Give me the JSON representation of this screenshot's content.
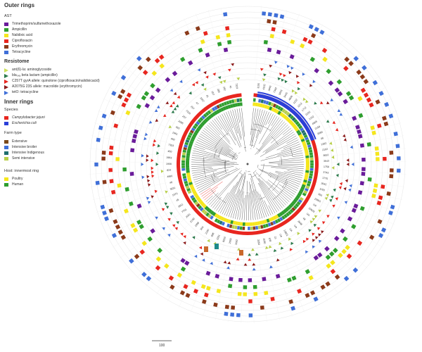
{
  "outer": {
    "title": "Outer rings",
    "ast_title": "AST",
    "ast": [
      {
        "label": "Trimethoprim/sulfamethoxazole",
        "color": "#6a1b9a"
      },
      {
        "label": "Ampicillin",
        "color": "#2e9e2e"
      },
      {
        "label": "Nalidixic acid",
        "color": "#f5e61c"
      },
      {
        "label": "Ciprofloxacin",
        "color": "#e8261f"
      },
      {
        "label": "Erythromycin",
        "color": "#8b3a1a"
      },
      {
        "label": "Tetracycline",
        "color": "#3f6fd8"
      }
    ],
    "resistome_title": "Resistome",
    "resistome": [
      {
        "label": "ant(6)-Ia: aminoglycoside",
        "color": "#cde05a"
      },
      {
        "label": "bla₀ₓₐ beta lactam (ampicillin)",
        "color": "#2b7a4b"
      },
      {
        "label": "C257T gyrA allele: quinolone (ciprofloxacin/nalidixicacid)",
        "color": "#e8261f"
      },
      {
        "label": "A2075G 23S allele: macrolide (erythromycin)",
        "color": "#8b1a1a"
      },
      {
        "label": "tetO: tetracycline",
        "color": "#3f6fd8"
      }
    ]
  },
  "inner": {
    "title": "Inner rings",
    "species_title": "Species",
    "species": [
      {
        "label": "Campylobacter jejuni",
        "color": "#e8261f"
      },
      {
        "label": "Escherichia coli",
        "color": "#2b3fd8"
      }
    ],
    "farm_title": "Farm type",
    "farm": [
      {
        "label": "Extensive",
        "color": "#7a4a1a"
      },
      {
        "label": "Intensive broiler",
        "color": "#3f6fd8"
      },
      {
        "label": "Intensive Indigenous",
        "color": "#1f6e6e"
      },
      {
        "label": "Semi intensive",
        "color": "#b8cf4a"
      }
    ],
    "host_title": "Host: innermost ring",
    "host": [
      {
        "label": "Poultry",
        "color": "#f5e61c"
      },
      {
        "label": "Human",
        "color": "#2e9e2e"
      }
    ]
  },
  "scale_label": "100",
  "tip_labels_left": [
    "2082",
    "2003",
    "8050",
    "2201",
    "806",
    "2190",
    "304",
    "1998",
    "2130",
    "2051",
    "7751",
    "3551",
    "45",
    "1970",
    "3631",
    "48",
    "4660",
    "824",
    "1906",
    "1963",
    "460",
    "7353",
    "460",
    "1961",
    "460",
    "2085",
    "257",
    "7324",
    "257",
    "47",
    "1957",
    "41",
    "267",
    "283",
    "262",
    "41",
    "7323"
  ],
  "tip_labels_right": [
    "1155",
    "4102",
    "3445",
    "7360",
    "3453",
    "3445",
    "4806",
    "1212",
    "1212",
    "1712",
    "2192",
    "1232",
    "4805",
    "2150",
    "3580",
    "48",
    "1282",
    "2102",
    "3653",
    "3643",
    "1758",
    "3743",
    "1775",
    "2642",
    "1193",
    "393",
    "10901",
    "UA",
    "10929",
    "UA",
    "48",
    "3648",
    "UA",
    "UA",
    "13801",
    "UA",
    "21",
    "108",
    "2030",
    "3350"
  ]
}
